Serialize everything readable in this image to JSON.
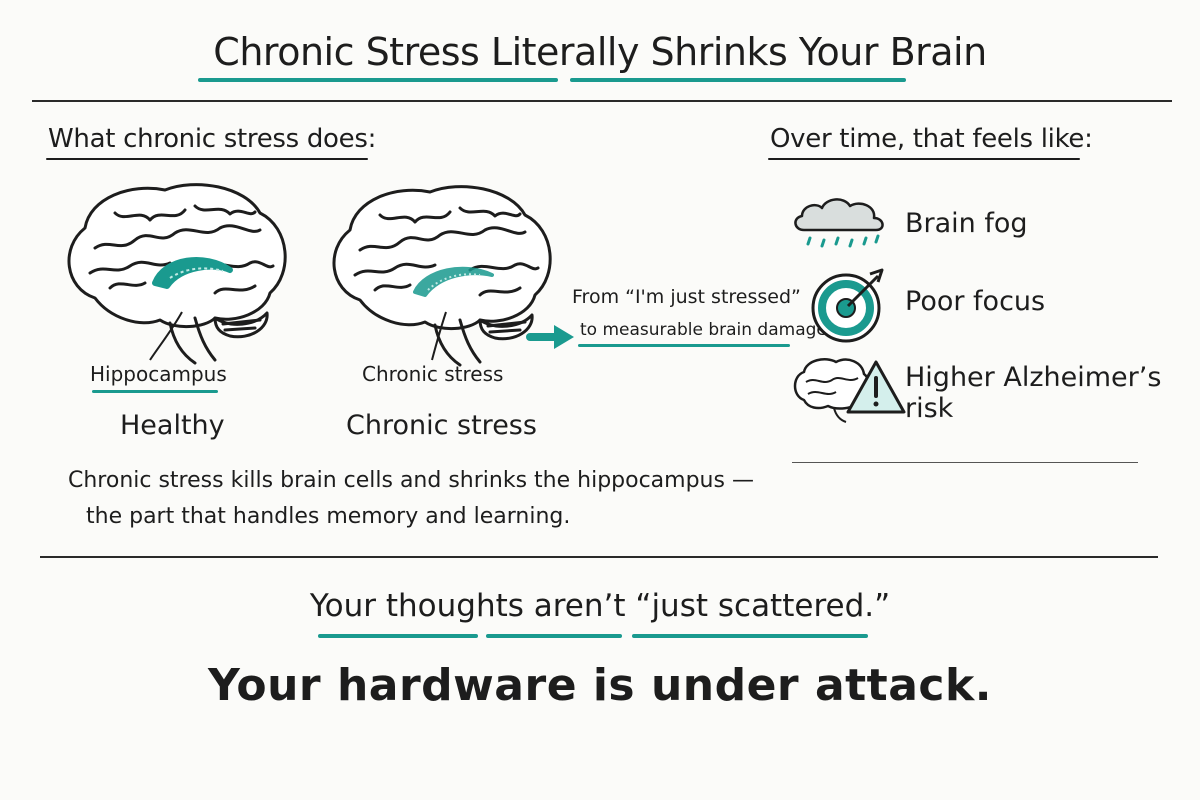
{
  "title": "Chronic Stress Literally Shrinks Your Brain",
  "left_section": {
    "heading": "What chronic stress does:",
    "brain_left": {
      "region_label": "Hippocampus",
      "caption": "Healthy"
    },
    "brain_right": {
      "region_label": "Chronic stress",
      "caption": "Chronic stress"
    },
    "arrow_text": {
      "line1": "From “I'm just stressed”",
      "line2": "to measurable brain damage"
    },
    "description": {
      "line1": "Chronic stress kills brain cells and shrinks the hippocampus —",
      "line2": "the part that handles memory and learning."
    }
  },
  "right_section": {
    "heading": "Over time, that feels like:",
    "items": [
      {
        "icon": "cloud-icon",
        "label": "Brain fog"
      },
      {
        "icon": "target-icon",
        "label": "Poor focus"
      },
      {
        "icon": "brain-warning-icon",
        "label": "Higher Alzheimer’s risk"
      }
    ]
  },
  "bottom": {
    "line1": "Your thoughts aren’t “just scattered.”",
    "line2": "Your hardware is under attack."
  },
  "colors": {
    "accent": "#1a9a8f",
    "ink": "#1d1d1d",
    "background": "#fbfbf9"
  }
}
